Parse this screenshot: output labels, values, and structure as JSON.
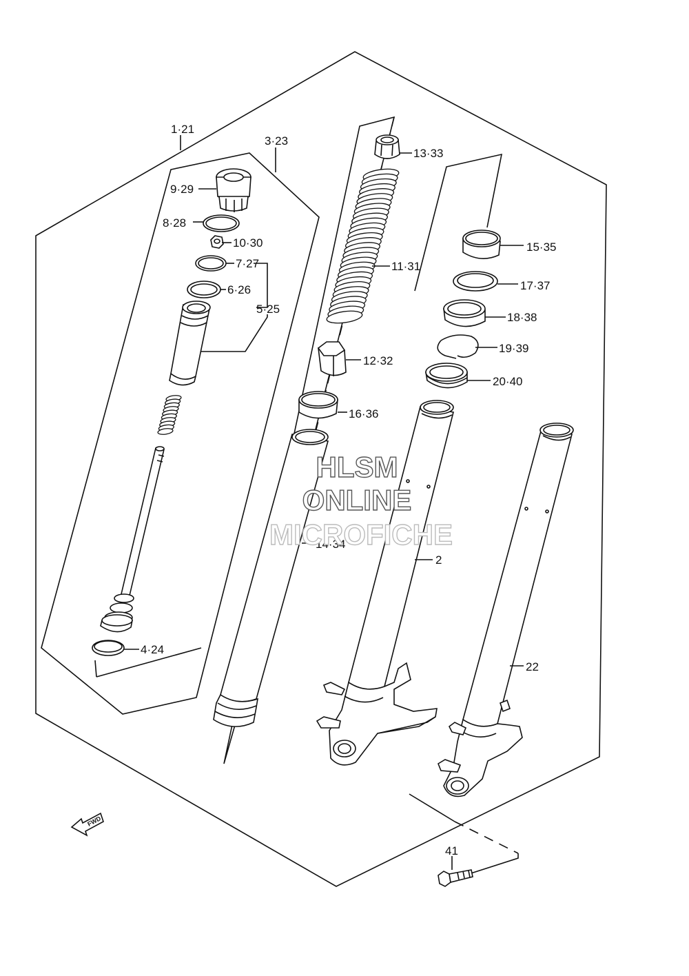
{
  "labels": {
    "l1_21": "1·21",
    "l3_23": "3·23",
    "l9_29": "9·29",
    "l8_28": "8·28",
    "l10_30": "10·30",
    "l7_27": "7·27",
    "l6_26": "6·26",
    "l5_25": "5·25",
    "l4_24": "4·24",
    "l13_33": "13·33",
    "l11_31": "11·31",
    "l12_32": "12·32",
    "l16_36": "16·36",
    "l14_34": "14·34",
    "l15_35": "15·35",
    "l17_37": "17·37",
    "l18_38": "18·38",
    "l19_39": "19·39",
    "l20_40": "20·40",
    "l2": "2",
    "l22": "22",
    "l41": "41"
  },
  "watermark": {
    "line1": "HLSM",
    "line2": "ONLINE",
    "line3": "MICROFICHE"
  },
  "fwd": "FWD"
}
